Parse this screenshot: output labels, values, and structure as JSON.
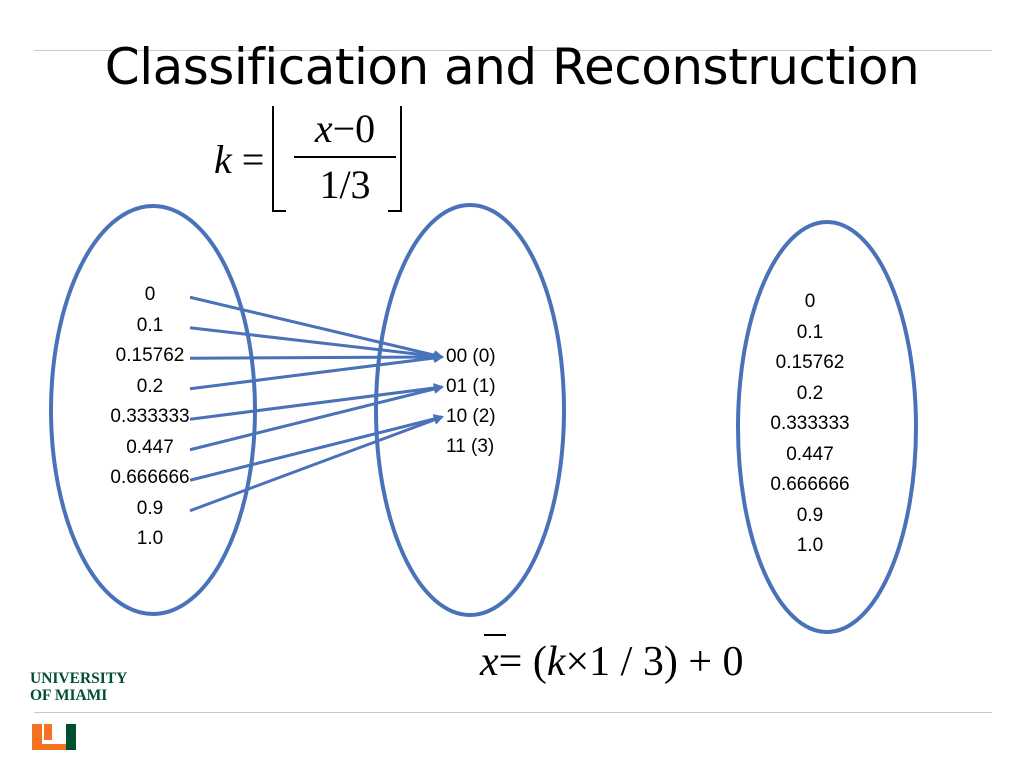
{
  "title": "Classification and Reconstruction",
  "formula_k": {
    "lhs": "k",
    "equals": "=",
    "numerator_var": "x",
    "numerator_rest": "−0",
    "denominator": "1/3"
  },
  "formula_xbar": {
    "var": "x",
    "rest_pre": "= (",
    "k": "k",
    "rest_post": "×1 / 3) + 0"
  },
  "input_values": [
    "0",
    "0.1",
    "0.15762",
    "0.2",
    "0.333333",
    "0.447",
    "0.666666",
    "0.9",
    "1.0"
  ],
  "codes": [
    "00 (0)",
    "01 (1)",
    "10 (2)",
    "11 (3)"
  ],
  "mapping": [
    0,
    0,
    0,
    0,
    1,
    1,
    2,
    2
  ],
  "reconstructed_values": [
    "0",
    "0.1",
    "0.15762",
    "0.2",
    "0.333333",
    "0.447",
    "0.666666",
    "0.9",
    "1.0"
  ],
  "colors": {
    "ellipse_stroke": "#4a72b8",
    "arrow": "#4a72b8",
    "brand_green": "#005030",
    "brand_orange": "#f47321"
  },
  "logo": {
    "line1": "UNIVERSITY",
    "line2": "OF MIAMI"
  }
}
